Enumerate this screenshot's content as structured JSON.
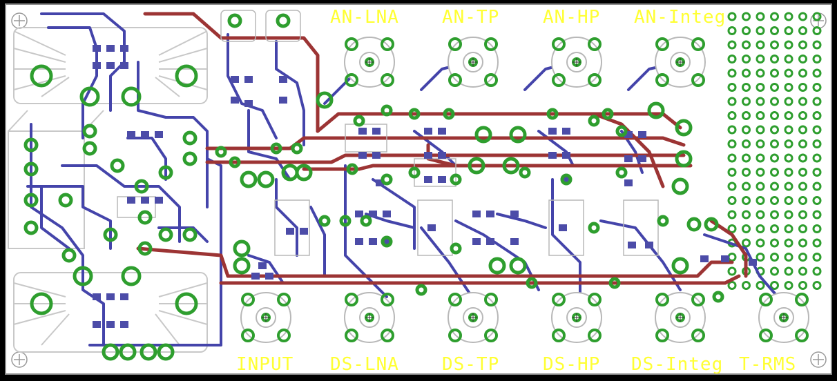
{
  "board": {
    "labels_top": [
      "AN-LNA",
      "AN-TP",
      "AN-HP",
      "AN-Integ"
    ],
    "labels_bottom": [
      "INPUT",
      "DS-LNA",
      "DS-TP",
      "DS-HP",
      "DS-Integ",
      "T-RMS"
    ]
  },
  "colors": {
    "background": "#000000",
    "board_fill": "#ffffff",
    "pad": "#2e9e2e",
    "top_trace": "#9c3434",
    "bottom_trace": "#4444aa",
    "silkscreen": "#b8b8b8",
    "label": "#ffff33",
    "outline": "#8c8c8c"
  }
}
